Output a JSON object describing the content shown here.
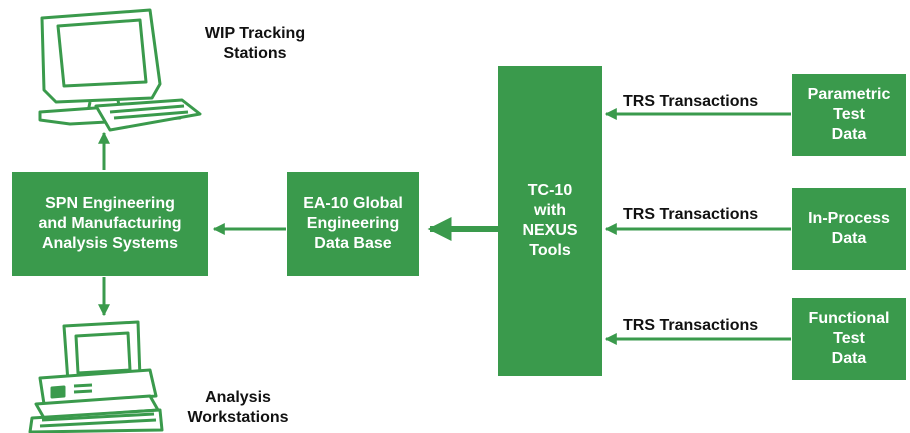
{
  "colors": {
    "box_fill": "#3a9a4c",
    "arrow": "#3a9a4c",
    "device_outline": "#3a9a4c",
    "text": "#111111"
  },
  "nodes": {
    "wip_stations": [
      "WIP Tracking",
      "Stations"
    ],
    "analysis_workstations": [
      "Analysis",
      "Workstations"
    ],
    "spn_systems": [
      "SPN Engineering",
      "and Manufacturing",
      "Analysis Systems"
    ],
    "ea10_database": [
      "EA-10 Global",
      "Engineering",
      "Data Base"
    ],
    "tc10_tools": [
      "TC-10",
      "with",
      "NEXUS",
      "Tools"
    ],
    "parametric_data": [
      "Parametric",
      "Test",
      "Data"
    ],
    "inprocess_data": [
      "In-Process",
      "Data"
    ],
    "functional_data": [
      "Functional",
      "Test",
      "Data"
    ]
  },
  "edges": {
    "trs_label_1": "TRS Transactions",
    "trs_label_2": "TRS Transactions",
    "trs_label_3": "TRS Transactions"
  },
  "icons": {
    "terminal": "computer-terminal-icon",
    "workstation": "desktop-workstation-icon"
  }
}
